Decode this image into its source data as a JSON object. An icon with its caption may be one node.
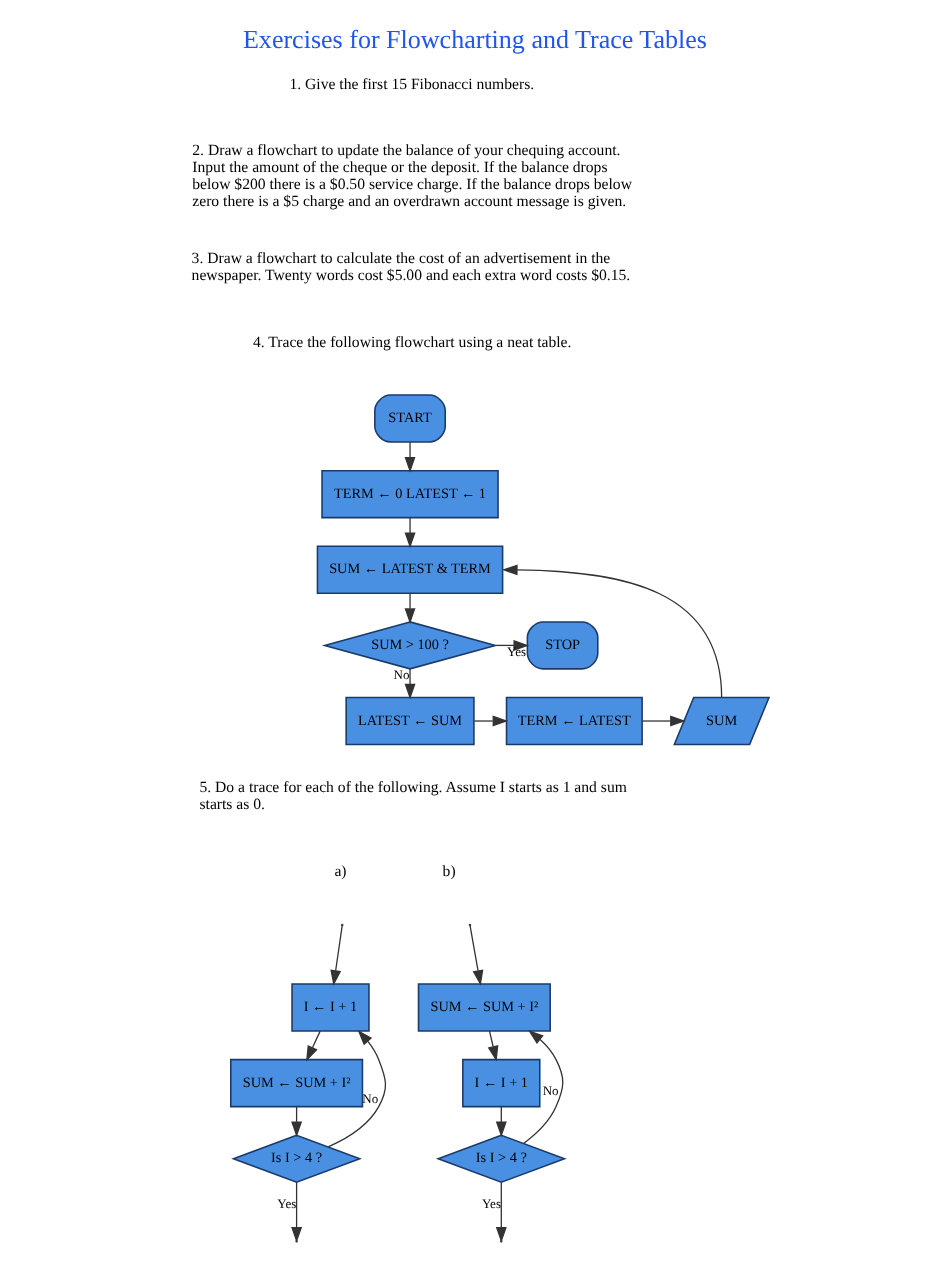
{
  "diagram": {
    "title": "Exercises for Flowcharting and Trace Tables",
    "nodes": [
      {
        "text": [
          "START"
        ]
      },
      {
        "text": [
          "TERM ← 0 LATEST ← 1"
        ]
      },
      {
        "text": [
          "SUM ← LATEST & TERM"
        ]
      },
      {
        "text": [
          "SUM > 100 ?"
        ]
      },
      {
        "text": [
          "STOP"
        ]
      },
      {
        "text": [
          "LATEST ← SUM"
        ]
      },
      {
        "text": [
          "TERM ← LATEST"
        ]
      },
      {
        "text": [
          "SUM"
        ]
      },
      {
        "text": [
          "I ← I + 1"
        ]
      },
      {
        "text": [
          "SUM ← SUM + I²"
        ]
      },
      {
        "text": [
          "Is I > 4 ?"
        ]
      },
      {
        "text": [
          "SUM ← SUM + I²"
        ]
      },
      {
        "text": [
          "I ← I + 1"
        ]
      },
      {
        "text": [
          "Is I > 4 ?"
        ]
      }
    ],
    "edges": [
      {
        "from": 0,
        "to": 1,
        "arrow": "to"
      },
      {
        "from": 1,
        "to": 2,
        "arrow": "to"
      },
      {
        "from": 2,
        "to": 3,
        "arrow": "to"
      },
      {
        "from": 3,
        "to": 4,
        "label": "Yes",
        "arrow": "to"
      },
      {
        "from": 3,
        "to": 5,
        "label": "No",
        "arrow": "to"
      },
      {
        "from": 5,
        "to": 6,
        "arrow": "to"
      },
      {
        "from": 6,
        "to": 7,
        "arrow": "to"
      },
      {
        "from": 7,
        "to": 2,
        "arrow": "to"
      },
      {
        "from": null,
        "to": 8,
        "arrow": "to"
      },
      {
        "from": 8,
        "to": 9,
        "arrow": "to"
      },
      {
        "from": 9,
        "to": 10,
        "arrow": "to"
      },
      {
        "from": 10,
        "to": 8,
        "label": "No",
        "arrow": "to"
      },
      {
        "from": 10,
        "to": null,
        "label": "Yes",
        "arrow": "to"
      },
      {
        "from": null,
        "to": 11,
        "arrow": "to"
      },
      {
        "from": 11,
        "to": 12,
        "arrow": "to"
      },
      {
        "from": 12,
        "to": 13,
        "arrow": "to"
      },
      {
        "from": 13,
        "to": 11,
        "label": "No",
        "arrow": "to"
      },
      {
        "from": 13,
        "to": null,
        "label": "Yes",
        "arrow": "to"
      }
    ],
    "labels": [
      "1. Give the first 15 Fibonacci numbers.",
      "2. Draw a flowchart to update the balance of your chequing account. Input the amount of the cheque or the deposit. If the balance drops below $200 there is a $0.50 service charge. If the balance drops below zero there is a $5 charge and an overdrawn account message is given.",
      "3. Draw a flowchart to calculate the cost of an advertisement in the newspaper. Twenty words cost $5.00 and each extra word costs $0.15.",
      "4. Trace the following flowchart using a neat table.",
      "5. Do a trace for each of the following. Assume I starts as 1 and sum starts as 0.",
      "a)",
      "b)"
    ]
  }
}
